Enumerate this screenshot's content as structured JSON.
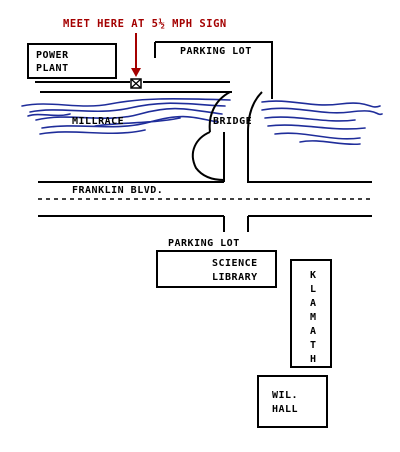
{
  "colors": {
    "ink": "#000000",
    "callout": "#a40000",
    "water": "#1f2d9a",
    "background": "#ffffff"
  },
  "callout": {
    "text": "MEET HERE AT 5½ MPH SIGN"
  },
  "sign_icon": "crossed-box-icon",
  "labels": {
    "power_plant_1": "POWER",
    "power_plant_2": "PLANT",
    "parking_lot_north": "PARKING LOT",
    "millrace": "MILLRACE",
    "bridge": "BRIDGE",
    "franklin": "FRANKLIN BLVD.",
    "parking_lot_south": "PARKING LOT",
    "science_1": "SCIENCE",
    "science_2": "LIBRARY",
    "klamath": [
      "K",
      "L",
      "A",
      "M",
      "A",
      "T",
      "H"
    ],
    "wil_1": "WIL.",
    "wil_2": "HALL"
  }
}
